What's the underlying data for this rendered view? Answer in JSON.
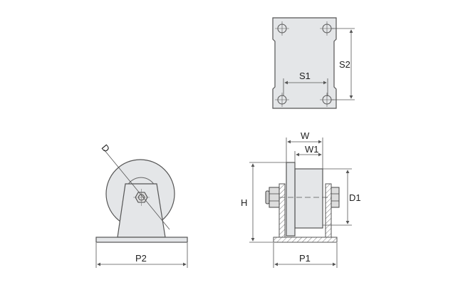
{
  "labels": {
    "s1": "S1",
    "s2": "S2",
    "d": "D",
    "p2": "P2",
    "w": "W",
    "w1": "W1",
    "h": "H",
    "d1": "D1",
    "p1": "P1"
  },
  "colors": {
    "part_fill": "#e4e6e8",
    "line": "#555555"
  }
}
